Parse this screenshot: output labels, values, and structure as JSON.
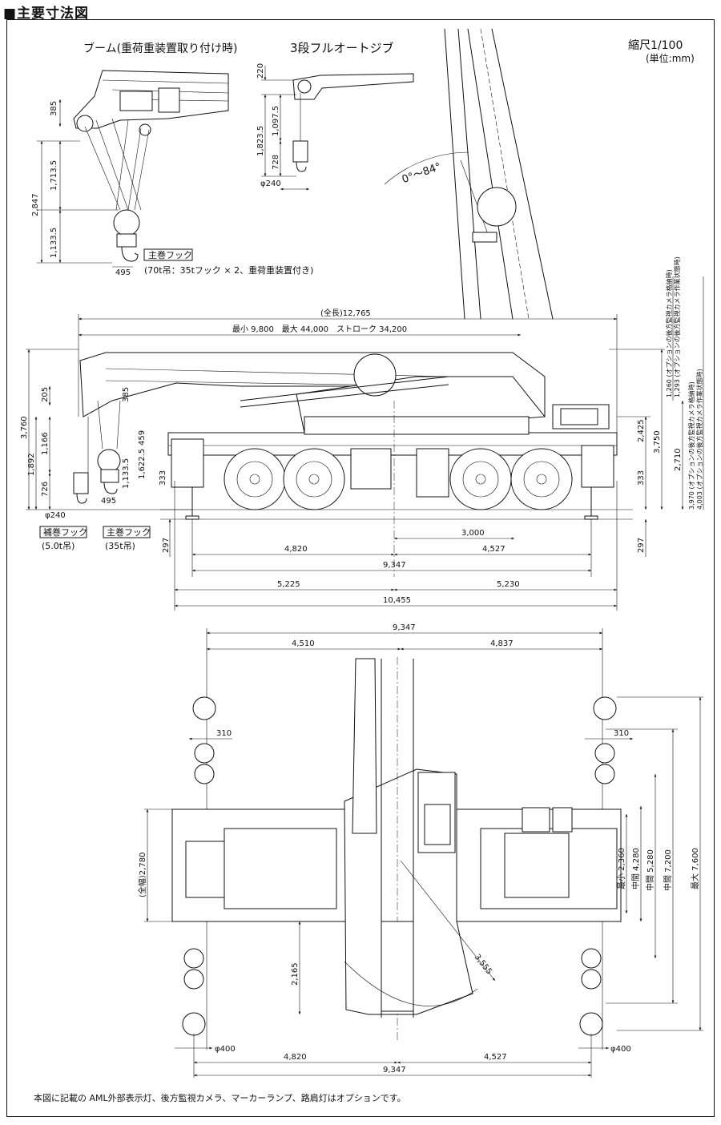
{
  "heading": "■主要寸法図",
  "scale": {
    "label": "縮尺1/100",
    "unit": "(単位:mm)"
  },
  "boom_title": "ブーム(重荷重装置取り付け時)",
  "jib_title": "3段フルオートジブ",
  "jib_angle": "0°～84°",
  "main_hook_detail": {
    "box_label": "主巻フック",
    "note": "(70t吊：35tフック × 2、重荷重装置付き)",
    "dims": {
      "d385": "385",
      "d1713": "1,713.5",
      "d2847": "2,847",
      "d1133": "1,133.5",
      "d495": "495"
    }
  },
  "jib_dims": {
    "d220": "220",
    "d1823": "1,823.5",
    "d1097": "1,097.5",
    "d728": "728",
    "phi240": "φ240"
  },
  "side_view": {
    "overall_length": "(全長)12,765",
    "boom_length": "最小 9,800　最大 44,000　ストローク 34,200",
    "left_dims": {
      "d3760": "3,760",
      "d205": "205",
      "d385": "385",
      "d1166": "1,166",
      "d1892": "1,892",
      "d726": "726",
      "d459": "459",
      "d1622": "1,622.5",
      "d1133": "1,133.5",
      "d333": "333",
      "d495": "495",
      "d297": "297",
      "phi240": "φ240"
    },
    "right_dims": {
      "d3750": "3,750",
      "d2425": "2,425",
      "d333": "333",
      "d297": "297",
      "d2710": "2,710"
    },
    "side_notes": {
      "n1": "1,260 (オプションの後方監視カメラ格納時)",
      "n2": "1,293 (オプションの後方監視カメラ作業状態時)",
      "n3": "3,970 (オプションの後方監視カメラ格納時)",
      "n4": "4,003 (オプションの後方監視カメラ作業状態時)"
    },
    "aux_hook_label": "補巻フック",
    "aux_hook_cap": "(5.0t吊)",
    "main_hook_label": "主巻フック",
    "main_hook_cap": "(35t吊)",
    "bottom_dims": {
      "d3000": "3,000",
      "d4820": "4,820",
      "d4527": "4,527",
      "d9347": "9,347",
      "d5225": "5,225",
      "d5230": "5,230",
      "d10455": "10,455"
    }
  },
  "top_view": {
    "top_dims": {
      "d9347": "9,347",
      "d4510": "4,510",
      "d4837": "4,837"
    },
    "d310": "310",
    "width_label": "(全幅)2,780",
    "outrigger": {
      "min": "最小",
      "min_v": "2,360",
      "mid": "中間",
      "mid_v": "4,280",
      "midmax": "中間",
      "midmax_v": "5,280",
      "max1": "中間",
      "max1_v": "7,200",
      "max2": "最大",
      "max2_v": "7,600"
    },
    "d2165": "2,165",
    "d3555": "3,555",
    "phi400_l": "φ400",
    "phi400_r": "φ400",
    "bottom_dims": {
      "d4820": "4,820",
      "d4527": "4,527",
      "d9347": "9,347"
    }
  },
  "footnote": "本図に記載の AML外部表示灯、後方監視カメラ、マーカーランプ、路肩灯はオプションです。"
}
